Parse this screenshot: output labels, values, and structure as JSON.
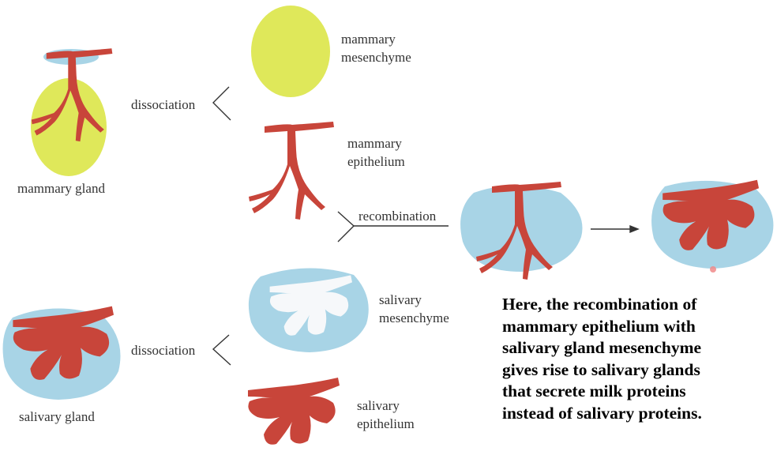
{
  "labels": {
    "mammary_gland": "mammary gland",
    "salivary_gland": "salivary gland",
    "dissociation_top": "dissociation",
    "dissociation_bottom": "dissociation",
    "mammary_mesenchyme": [
      "mammary",
      "mesenchyme"
    ],
    "mammary_epithelium": [
      "mammary",
      "epithelium"
    ],
    "salivary_mesenchyme": [
      "salivary",
      "mesenchyme"
    ],
    "salivary_epithelium": [
      "salivary",
      "epithelium"
    ],
    "recombination": "recombination"
  },
  "caption": [
    "Here, the recombination of",
    "mammary epithelium with",
    "salivary gland mesenchyme",
    "gives rise to salivary glands",
    "that secrete milk proteins",
    "instead of salivary proteins."
  ],
  "colors": {
    "mammary_mesenchyme": "#dfe85a",
    "salivary_mesenchyme": "#a8d4e6",
    "epithelium": "#c8453a",
    "line": "#333333"
  }
}
